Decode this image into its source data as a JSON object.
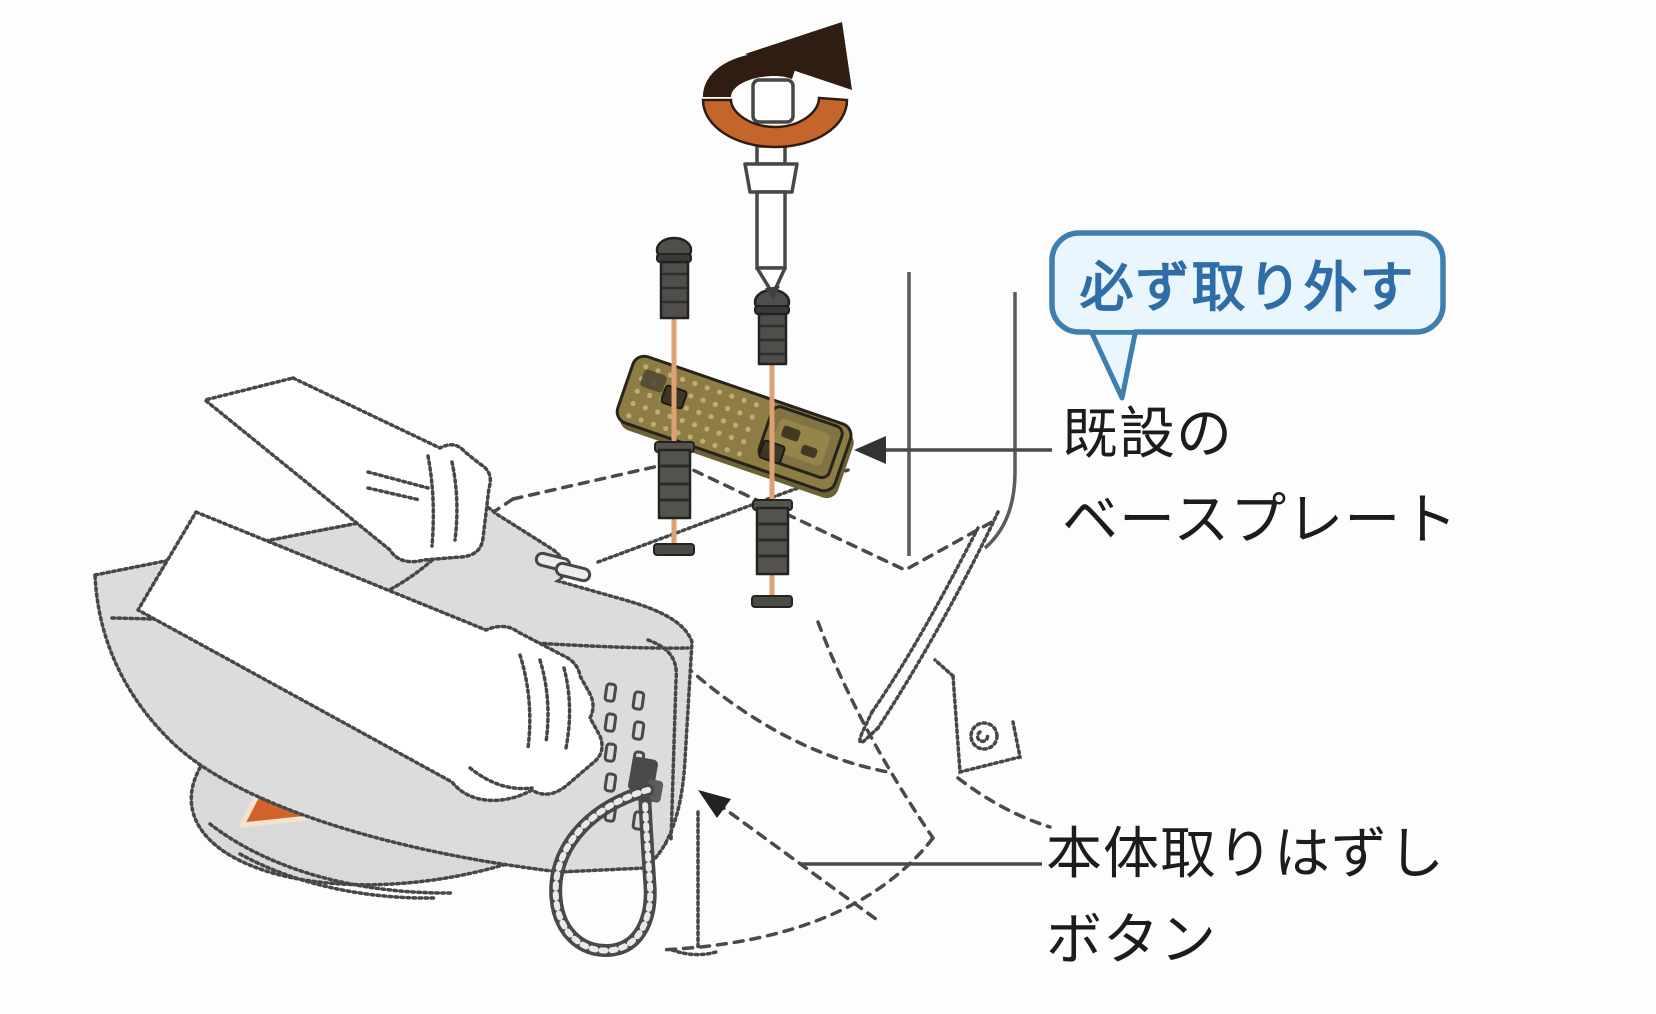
{
  "diagram": {
    "callout": {
      "text": "必ず取り外す"
    },
    "labels": {
      "base_plate": {
        "line1": "既設の",
        "line2": "ベースプレート"
      },
      "release_button": {
        "line1": "本体取りはずし",
        "line2": "ボタン"
      }
    },
    "icons": [
      "rotate-counterclockwise-arrow-icon",
      "slide-direction-arrow-icon",
      "leader-arrowhead-icon"
    ],
    "colors": {
      "callout_border": "#3e7fb0",
      "callout_fill": "#eaf6fd",
      "callout_text": "#2e6da5",
      "label_text": "#1c1c1c",
      "line_gray": "#474747",
      "unit_gray": "#dcdcdd",
      "seat_gray": "#d9d9da",
      "direction_arrow_orange": "#d2622c",
      "rotation_ring_orange": "#c4662c",
      "rotation_ring_dark": "#2e1d10",
      "guide_line_orange": "#dda173",
      "base_plate_olive": "#8d7d45",
      "hardware_dark": "#4f4e4a"
    }
  }
}
